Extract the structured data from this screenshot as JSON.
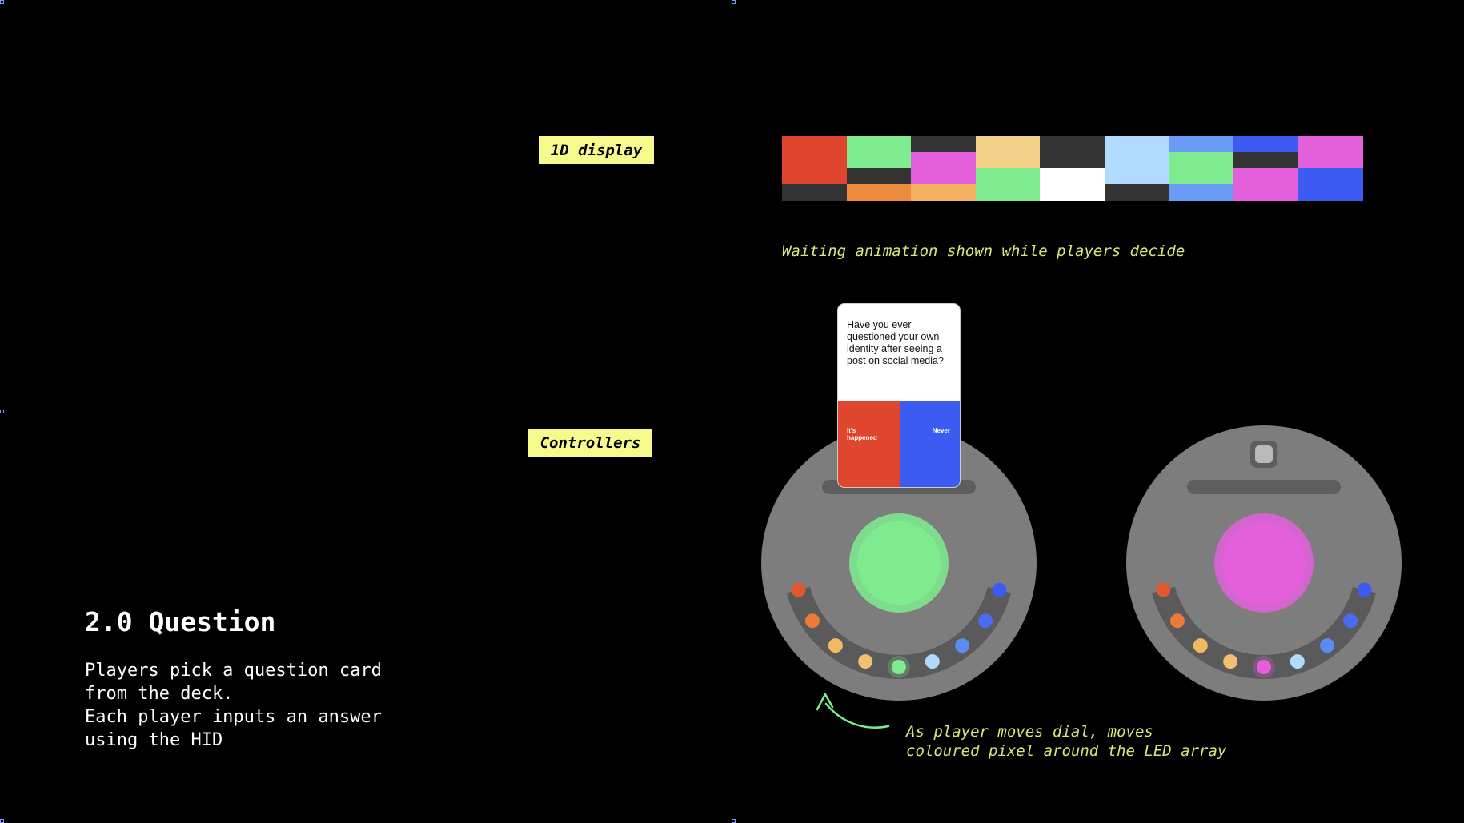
{
  "section": {
    "title": "2.0 Question",
    "description": "Players pick a question card\nfrom the deck.\nEach player inputs an answer\nusing the HID"
  },
  "labels": {
    "display_tag": "1D display",
    "controllers_tag": "Controllers"
  },
  "display": {
    "caption": "Waiting animation shown while players decide",
    "columns": [
      [
        "#e0462d",
        "#e0462d",
        "#e0462d",
        "#333333"
      ],
      [
        "#7eec8e",
        "#7eec8e",
        "#333333",
        "#ec8a3e"
      ],
      [
        "#333333",
        "#e35fdc",
        "#e35fdc",
        "#f2b060"
      ],
      [
        "#f2d088",
        "#f2d088",
        "#7eec8e",
        "#7eec8e"
      ],
      [
        "#333333",
        "#333333",
        "#ffffff",
        "#ffffff"
      ],
      [
        "#b0dbff",
        "#b0dbff",
        "#b0dbff",
        "#333333"
      ],
      [
        "#6a9cf5",
        "#7eec8e",
        "#7eec8e",
        "#6a9cf5"
      ],
      [
        "#3b5bf2",
        "#333333",
        "#e35fdc",
        "#e35fdc"
      ],
      [
        "#e35fdc",
        "#e35fdc",
        "#3b5bf2",
        "#3b5bf2"
      ]
    ]
  },
  "card": {
    "question": "Have you ever questioned your own identity after seeing a post on social media?",
    "answer_yes": "It's happened",
    "answer_no": "Never"
  },
  "controllers": {
    "caption": "As player moves dial, moves\ncoloured pixel around the LED array",
    "led_colors": [
      "#e0582d",
      "#ec7a3a",
      "#f2b864",
      "#f2c070",
      "#7eec8e",
      "#b0dbff",
      "#5a8cf5",
      "#4a6cf5",
      "#3b5bf2"
    ],
    "player1": {
      "button_color": "#7eec8e",
      "active_led": 4
    },
    "player2": {
      "button_color": "#e35fdc",
      "active_led": 4
    },
    "colors": {
      "body": "#7d7d7d",
      "arrow": "#7eec8e"
    }
  }
}
